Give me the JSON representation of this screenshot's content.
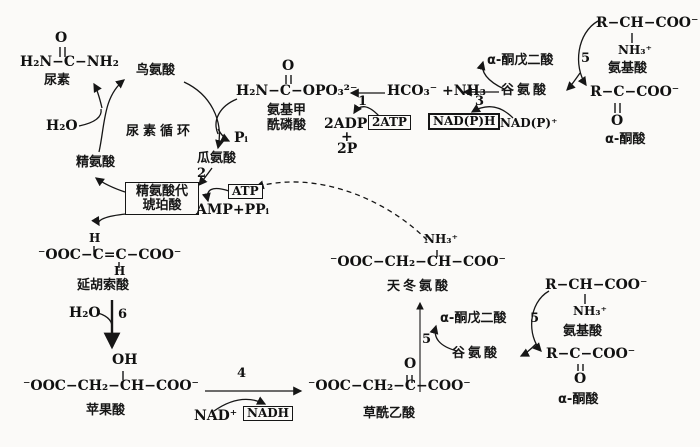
{
  "colors": {
    "ink": "#161616",
    "background": "#fbfaf8"
  },
  "diagram": {
    "cycle_title": "尿素循环",
    "urea": {
      "o": "O",
      "formula": "H₂N−C−NH₂",
      "label": "尿素"
    },
    "ornithine": "鸟氨酸",
    "water_top": "H₂O",
    "arginine": "精氨酸",
    "citrulline": "瓜氨酸",
    "argininosuccinate": {
      "line1": "精氨酸代",
      "line2": "琥珀酸"
    },
    "pi": "Pᵢ",
    "atp": "ATP",
    "amp_ppi": "AMP+PPᵢ",
    "carbamoyl_phosphate": {
      "o": "O",
      "formula": "H₂N−C−OPO₃²⁻",
      "label1": "氨基甲",
      "label2": "酰磷酸"
    },
    "adp2": "2ADP",
    "plus": "+",
    "p2": "2P",
    "atp2": "2ATP",
    "hco3_nh3": "HCO₃⁻ +NH₃",
    "glutamate_top": "谷氨酸",
    "nadph": "NAD(P)H",
    "nadp": "NAD(P)⁺",
    "akg_top": "α-酮戊二酸",
    "amino_acid_top": {
      "formula": "R−CH−COO⁻",
      "nh3": "NH₃⁺",
      "label": "氨基酸"
    },
    "keto_acid_top": {
      "formula": "R−C−COO⁻",
      "o": "O",
      "label": "α-酮酸"
    },
    "aspartate": {
      "nh3": "NH₃⁺",
      "formula": "⁻OOC−CH₂−CH−COO⁻",
      "label": "天冬氨酸"
    },
    "fumarate": {
      "h_top": "H",
      "formula": "⁻OOC−C=C−COO⁻",
      "h_bottom": "H",
      "label": "延胡索酸"
    },
    "water_bottom": "H₂O",
    "malate": {
      "oh": "OH",
      "formula": "⁻OOC−CH₂−CH−COO⁻",
      "label": "苹果酸"
    },
    "nad": "NAD⁺",
    "nadh": "NADH",
    "oxaloacetate": {
      "o": "O",
      "formula": "⁻OOC−CH₂−C−COO⁻",
      "label": "草酰乙酸"
    },
    "akg_bottom": "α-酮戊二酸",
    "glutamate_bottom": "谷氨酸",
    "amino_acid_bottom": {
      "formula": "R−CH−COO⁻",
      "nh3": "NH₃⁺",
      "label": "氨基酸"
    },
    "keto_acid_bottom": {
      "formula": "R−C−COO⁻",
      "o": "O",
      "label": "α-酮酸"
    },
    "reaction_numbers": {
      "r1": "1",
      "r2": "2",
      "r3": "3",
      "r4": "4",
      "r5": "5",
      "r6": "6"
    }
  }
}
